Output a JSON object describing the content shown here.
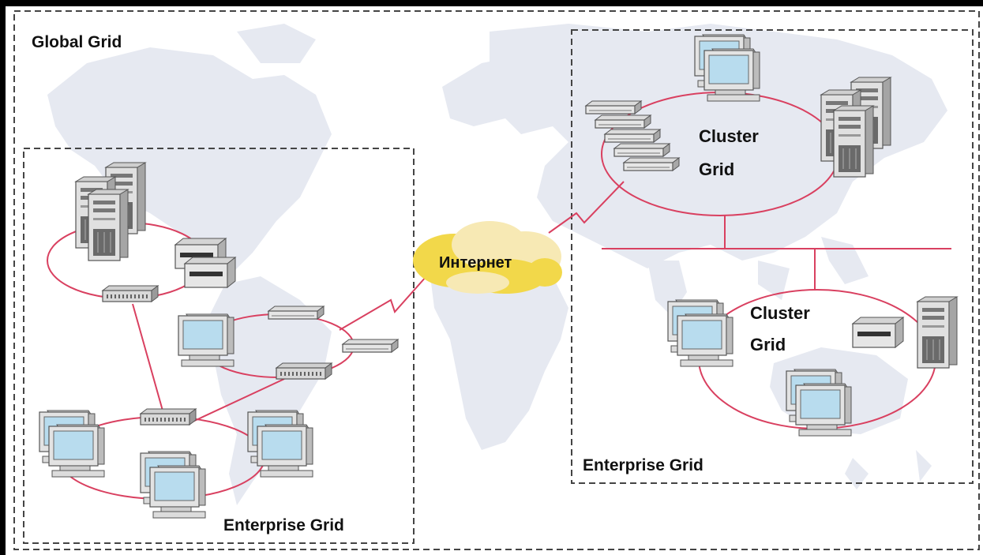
{
  "labels": {
    "global_grid": "Global Grid",
    "enterprise_grid_left": "Enterprise Grid",
    "enterprise_grid_right": "Enterprise Grid",
    "cluster_grid_top_line1": "Cluster",
    "cluster_grid_top_line2": "Grid",
    "cluster_grid_bottom_line1": "Cluster",
    "cluster_grid_bottom_line2": "Grid",
    "internet": "Интернет"
  },
  "colors": {
    "link_line": "#d94060",
    "cloud": "#f2d84a",
    "cloud_light": "#f7e9b4",
    "map": "#e6e9f1",
    "dashed_border": "#444444",
    "monitor_screen": "#b8dcee",
    "device_body": "#e0e0e0",
    "device_dark": "#6a6a6a"
  },
  "icons": [
    "server-tower-icon",
    "printer-icon",
    "network-switch-icon",
    "desktop-computer-icon",
    "storage-array-icon",
    "internet-cloud-icon",
    "world-map-background"
  ]
}
